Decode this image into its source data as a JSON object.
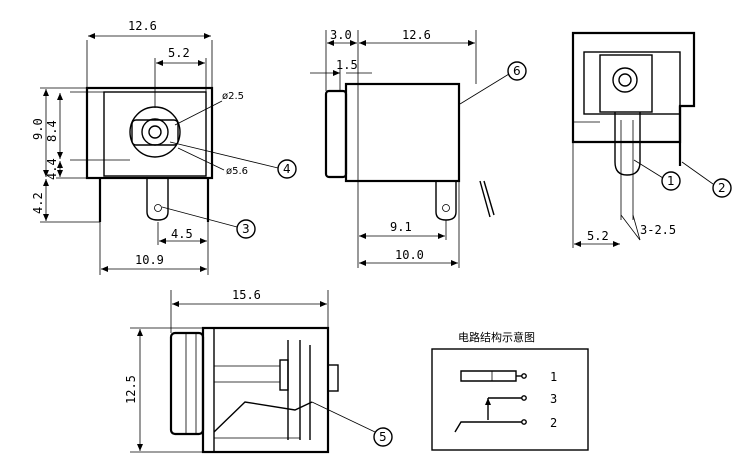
{
  "front_view": {
    "dims": {
      "width_top": "12.6",
      "offset_top": "5.2",
      "height_total": "9.0",
      "height_inner": "8.4",
      "height_low": "4.4",
      "height_pin": "4.2",
      "pin_offset": "4.5",
      "width_bottom": "10.9"
    },
    "labels": {
      "pin_dia": "ø2.5",
      "outer_dia": "ø5.6"
    },
    "callouts": {
      "c3": "3",
      "c4": "4"
    }
  },
  "side_view": {
    "dims": {
      "flange": "3.0",
      "body": "12.6",
      "step": "1.5",
      "pin_pos": "9.1",
      "total": "10.0"
    },
    "callouts": {
      "c6": "6"
    }
  },
  "rear_view": {
    "dims": {
      "offset": "5.2",
      "pin_width": "3-2.5"
    },
    "callouts": {
      "c1": "1",
      "c2": "2"
    }
  },
  "bottom_view": {
    "dims": {
      "length": "15.6",
      "height": "12.5"
    },
    "callouts": {
      "c5": "5"
    }
  },
  "circuit": {
    "title": "电路结构示意图",
    "pins": [
      "1",
      "3",
      "2"
    ]
  }
}
